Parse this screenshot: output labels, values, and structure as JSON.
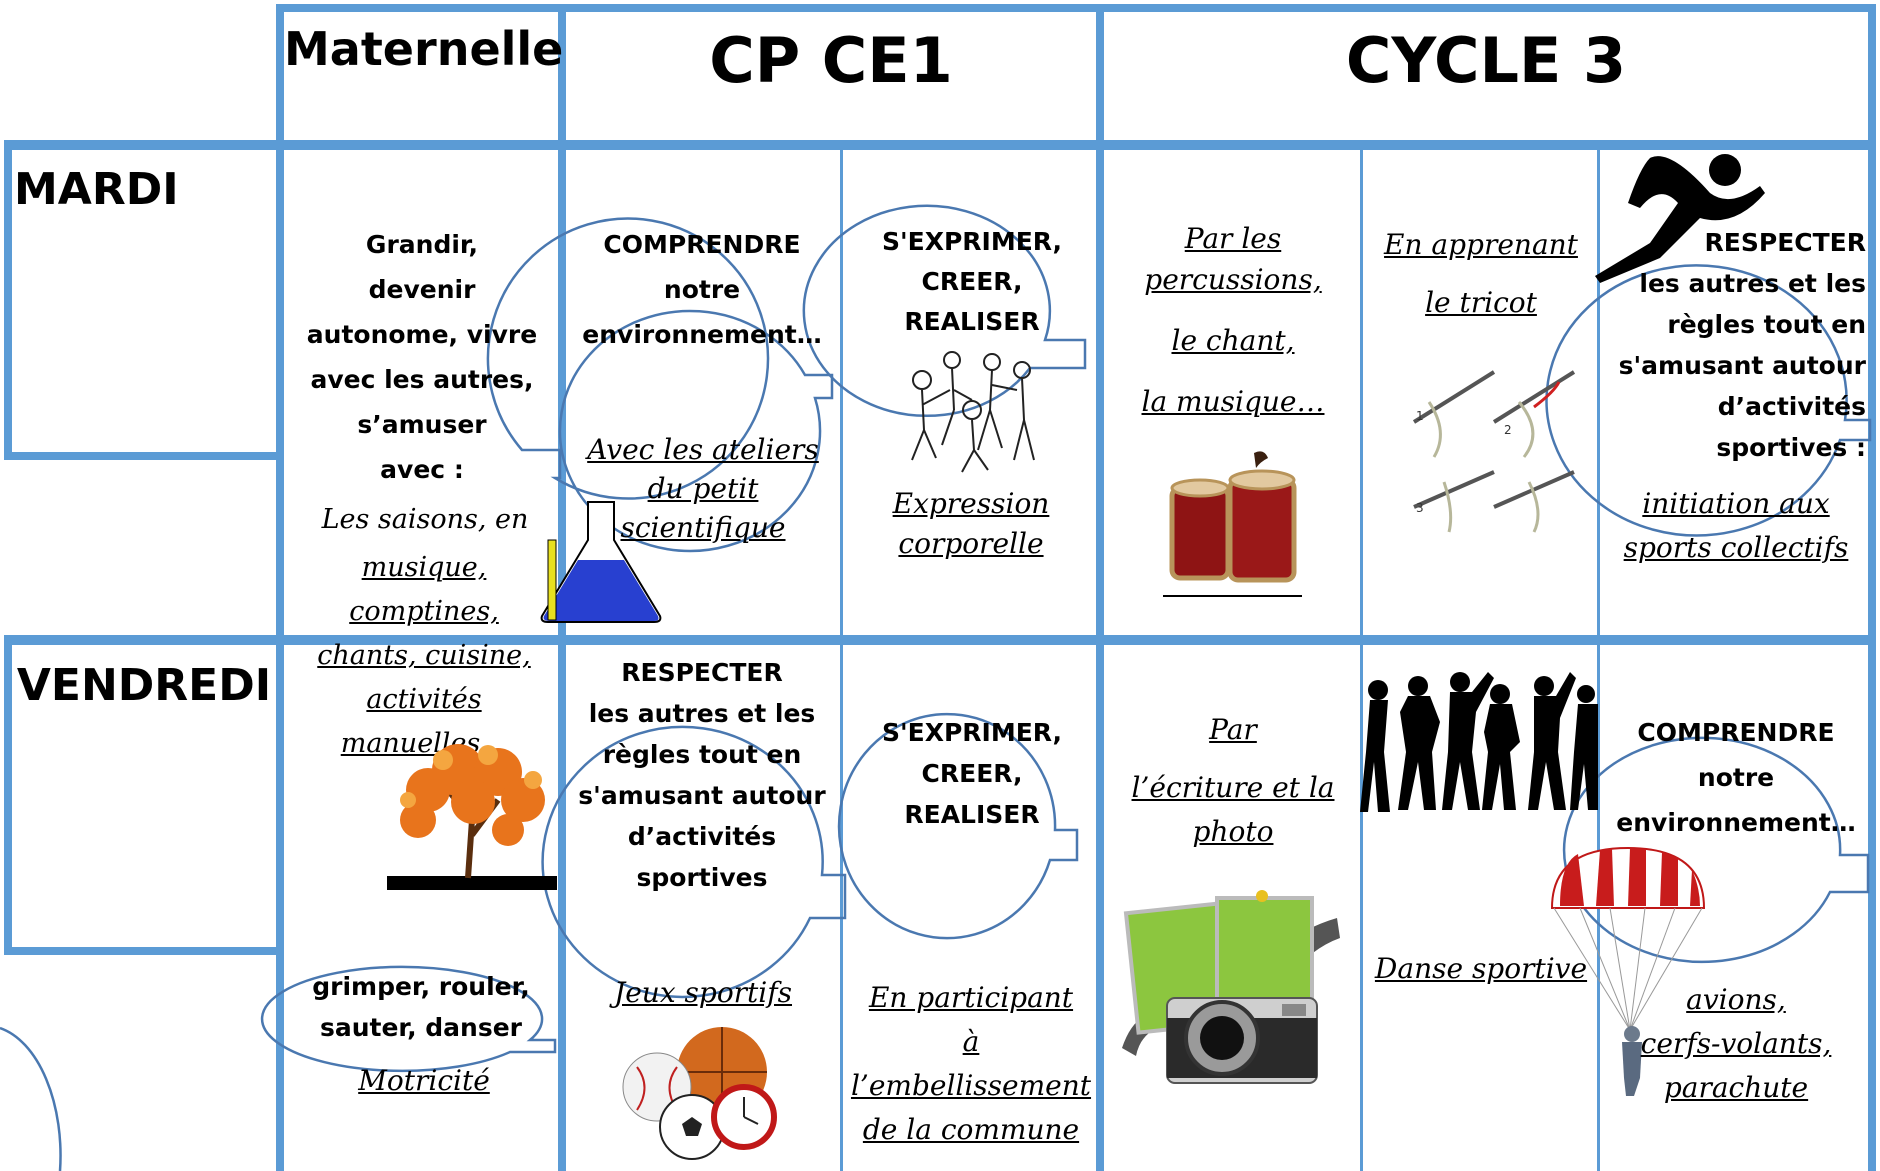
{
  "headers": {
    "maternelle": "Maternelle",
    "cp_ce1": "CP CE1",
    "cycle3": "CYCLE 3",
    "mardi": "MARDI",
    "vendredi": "VENDREDI"
  },
  "colors": {
    "grid": "#5b9bd5",
    "bubble_stroke": "#4a78b0"
  },
  "maternelle": {
    "bubble1": [
      "Grandir,",
      "devenir",
      "autonome, vivre",
      "avec  les autres,",
      "s’amuser",
      "avec :"
    ],
    "saisons_intro": "Les saisons, en",
    "activities": [
      "musique,",
      "comptines,",
      "chants, cuisine,",
      "activités",
      "manuelles"
    ],
    "activities_tail": "…",
    "bubble2": [
      "grimper, rouler,",
      "sauter, danser"
    ],
    "motricite": "Motricité"
  },
  "cp_ce1": {
    "mardi_left_bubble": [
      "COMPRENDRE",
      "notre",
      "environnement…"
    ],
    "mardi_left_caption": [
      "Avec les ateliers",
      "du petit",
      "scientifique"
    ],
    "mardi_right_bubble": [
      "S'EXPRIMER,",
      "CREER,",
      "REALISER"
    ],
    "mardi_right_caption": [
      "Expression",
      "corporelle"
    ],
    "vendredi_left_bubble_title": "RESPECTER",
    "vendredi_left_bubble": [
      "les autres et les",
      "règles tout en",
      "s'amusant  autour",
      "d’activités",
      "sportives"
    ],
    "vendredi_left_caption": "Jeux sportifs",
    "vendredi_right_bubble": [
      "S'EXPRIMER,",
      "CREER,",
      "REALISER"
    ],
    "vendredi_right_caption": [
      "En participant",
      "à",
      "l’embellissement",
      "de la commune"
    ]
  },
  "cycle3": {
    "mardi_col1": [
      "Par les",
      "percussions,",
      "le chant,",
      "la musique…"
    ],
    "mardi_col2": [
      "En apprenant",
      "le tricot"
    ],
    "mardi_col3_title": "RESPECTER",
    "mardi_col3_bubble": [
      "les autres et les",
      "règles tout en",
      "s'amusant  autour",
      "d’activités",
      "sportives  :"
    ],
    "mardi_col3_caption": [
      "initiation aux",
      "sports collectifs"
    ],
    "vendredi_col1": [
      "Par",
      "l’écriture et la",
      "photo"
    ],
    "vendredi_col2": "Danse sportive",
    "vendredi_col3_bubble": [
      "COMPRENDRE",
      "notre",
      "environnement…"
    ],
    "vendredi_col3_caption": [
      "avions,",
      "cerfs-volants,",
      "parachute"
    ]
  },
  "icons": [
    "laboratory-flask-icon",
    "dancing-children-icon",
    "bongo-drums-icon",
    "knitting-steps-icon",
    "runner-icon",
    "autumn-tree-icon",
    "sports-balls-icon",
    "camera-photos-icon",
    "dancers-silhouettes-icon",
    "parachute-icon"
  ]
}
